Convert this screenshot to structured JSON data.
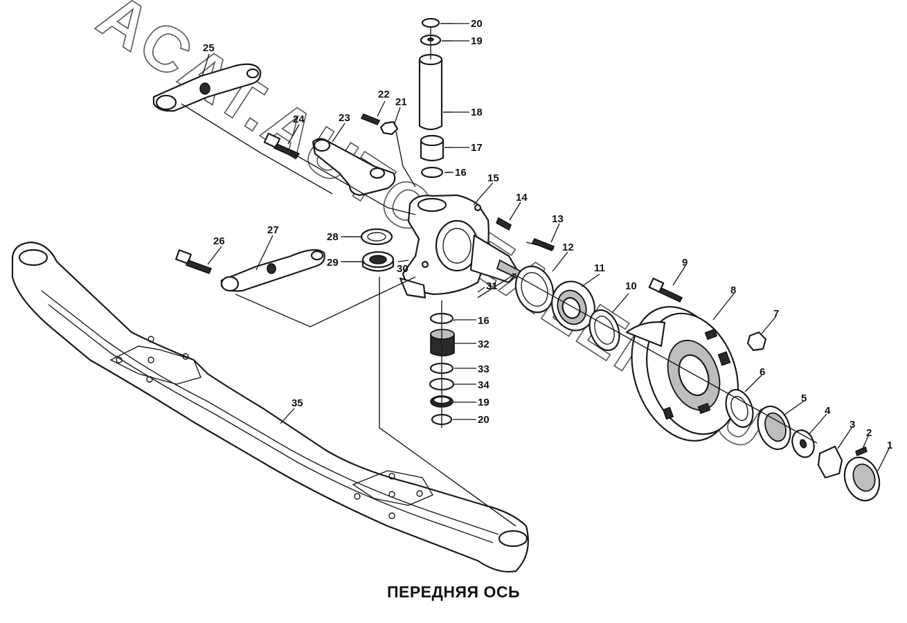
{
  "title": "ПЕРЕДНЯЯ ОСЬ",
  "watermark": "ACAT.AUTODEALER.RU",
  "callouts": [
    "1",
    "2",
    "3",
    "4",
    "5",
    "6",
    "7",
    "8",
    "9",
    "10",
    "11",
    "12",
    "13",
    "14",
    "15",
    "16",
    "16",
    "17",
    "18",
    "19",
    "19",
    "20",
    "20",
    "21",
    "22",
    "23",
    "24",
    "25",
    "26",
    "27",
    "28",
    "29",
    "30",
    "31",
    "32",
    "33",
    "34",
    "35"
  ]
}
